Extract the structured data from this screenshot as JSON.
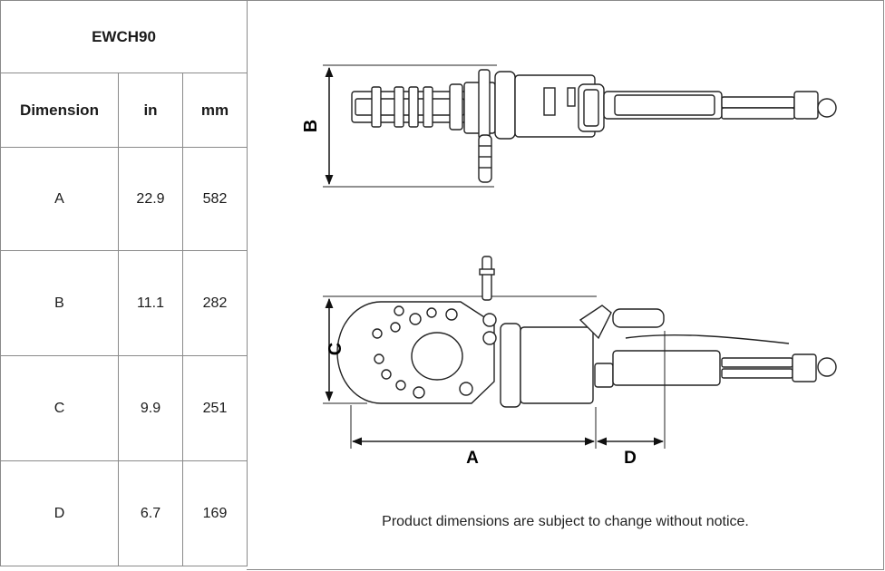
{
  "table": {
    "title": "EWCH90",
    "headers": [
      "Dimension",
      "in",
      "mm"
    ],
    "rows": [
      {
        "dim": "A",
        "in": "22.9",
        "mm": "582"
      },
      {
        "dim": "B",
        "in": "11.1",
        "mm": "282"
      },
      {
        "dim": "C",
        "in": "9.9",
        "mm": "251"
      },
      {
        "dim": "D",
        "in": "6.7",
        "mm": "169"
      }
    ]
  },
  "diagram": {
    "label_a": "A",
    "label_b": "B",
    "label_c": "C",
    "label_d": "D"
  },
  "note": "Product dimensions are subject to change without notice."
}
